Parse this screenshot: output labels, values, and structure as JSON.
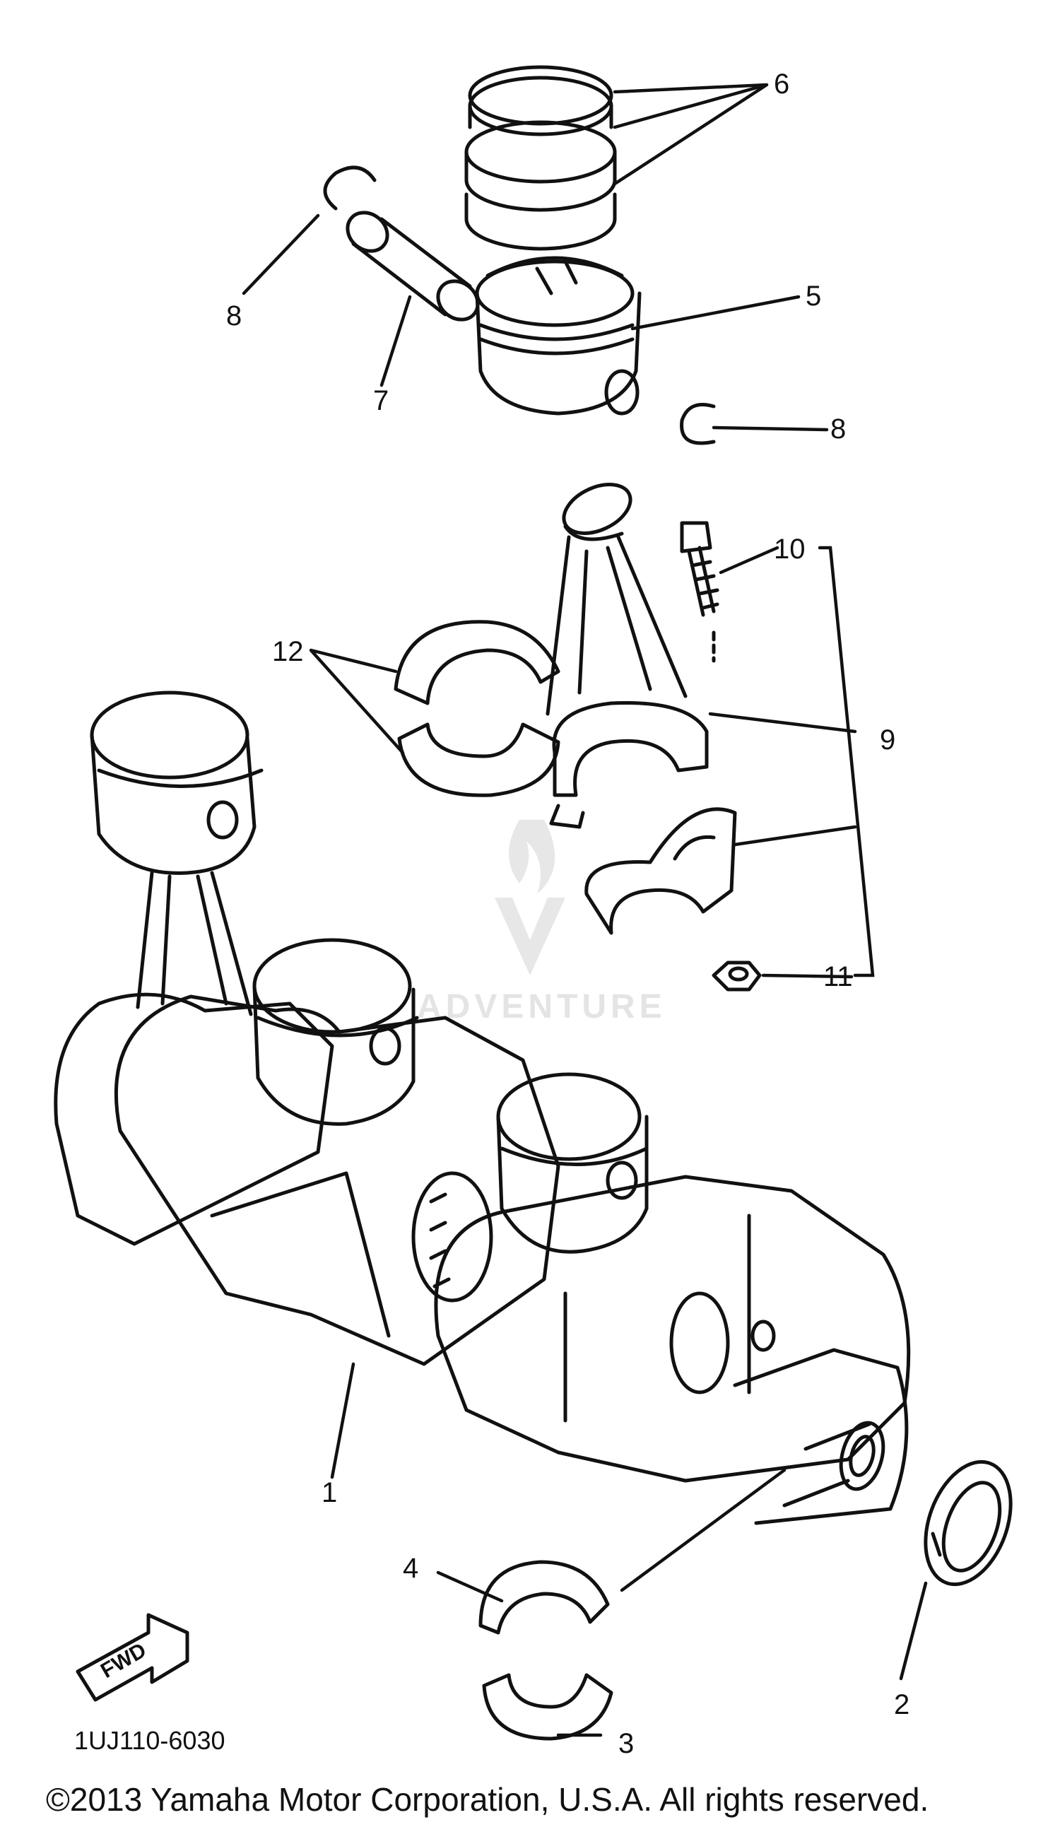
{
  "callouts": {
    "c1": "1",
    "c2": "2",
    "c3": "3",
    "c4": "4",
    "c5": "5",
    "c6": "6",
    "c7": "7",
    "c8a": "8",
    "c8b": "8",
    "c9": "9",
    "c10": "10",
    "c11": "11",
    "c12": "12"
  },
  "diagram_code": "1UJ110-6030",
  "fwd_label": "FWD",
  "watermark_text": "ADVENTURE",
  "copyright": "©2013 Yamaha Motor Corporation, U.S.A. All rights reserved."
}
